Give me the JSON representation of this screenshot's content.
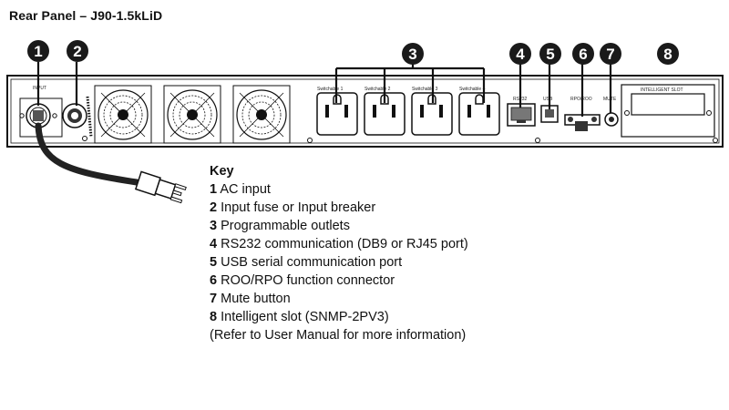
{
  "title": "Rear Panel – J90-1.5kLiD",
  "panel": {
    "input_label": "INPUT",
    "outlet_labels": [
      "Switchable 1",
      "Switchable 2",
      "Switchable 3",
      "Switchable 4"
    ],
    "rs232_label": "RS232",
    "usb_label": "USB",
    "rpo_label": "RPO/ROO",
    "mute_label": "MUTE",
    "slot_label": "INTELLIGENT SLOT"
  },
  "callouts": [
    "1",
    "2",
    "3",
    "4",
    "5",
    "6",
    "7",
    "8"
  ],
  "key": {
    "title": "Key",
    "items": [
      {
        "num": "1",
        "text": "AC input"
      },
      {
        "num": "2",
        "text": "Input fuse or Input breaker"
      },
      {
        "num": "3",
        "text": "Programmable outlets"
      },
      {
        "num": "4",
        "text": "RS232 communication (DB9 or RJ45 port)"
      },
      {
        "num": "5",
        "text": "USB serial communication port"
      },
      {
        "num": "6",
        "text": "ROO/RPO function connector"
      },
      {
        "num": "7",
        "text": "Mute button"
      },
      {
        "num": "8",
        "text": "Intelligent slot (SNMP-2PV3)"
      }
    ],
    "note": "(Refer to User Manual for more information)"
  }
}
